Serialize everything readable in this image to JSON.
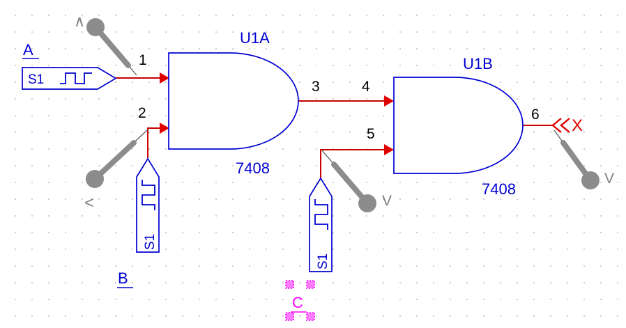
{
  "title": "Two-stage AND gate schematic",
  "colors": {
    "wire": "#c80000",
    "arrow": "#e00000",
    "component": "#0000d2",
    "pin_number": "#000000",
    "probe": "#8c8c8c",
    "selection": "#ff00ff",
    "output_label": "#e00000",
    "grid_dot": "#cfcfcf"
  },
  "circuit": {
    "gates": [
      {
        "ref": "U1A",
        "part": "7408",
        "pin_in1": "1",
        "pin_in2": "2",
        "pin_out": "3"
      },
      {
        "ref": "U1B",
        "part": "7408",
        "pin_in1": "4",
        "pin_in2": "5",
        "pin_out": "6"
      }
    ],
    "sources": [
      {
        "ref": "S1",
        "net_label": "A"
      },
      {
        "ref": "S1",
        "net_label": "B"
      },
      {
        "ref": "S1",
        "net_label": "C"
      }
    ],
    "output_label": "X",
    "probes": [
      {
        "label": "∧"
      },
      {
        "label": "<"
      },
      {
        "label": "V"
      },
      {
        "label": "V"
      }
    ]
  }
}
